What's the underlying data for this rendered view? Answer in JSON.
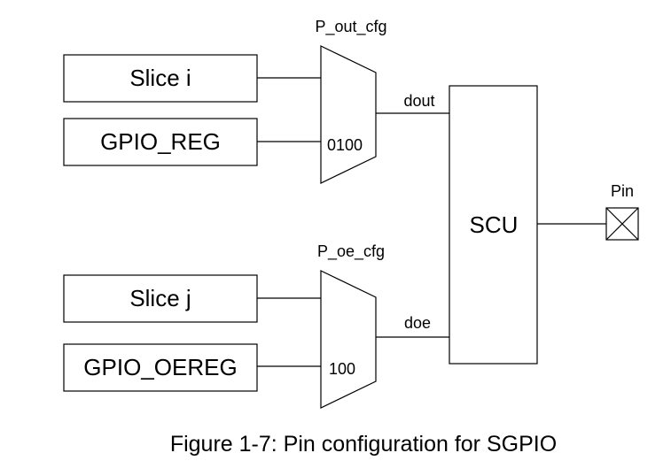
{
  "diagram": {
    "inputs_top": {
      "slice": "Slice i",
      "reg": "GPIO_REG"
    },
    "mux_top": {
      "name": "P_out_cfg",
      "select_value": "0100",
      "output_label": "dout"
    },
    "inputs_bottom": {
      "slice": "Slice j",
      "reg": "GPIO_OEREG"
    },
    "mux_bottom": {
      "name": "P_oe_cfg",
      "select_value": "100",
      "output_label": "doe"
    },
    "scu": {
      "label": "SCU"
    },
    "pin": {
      "label": "Pin"
    },
    "caption": "Figure 1-7: Pin configuration for SGPIO"
  }
}
